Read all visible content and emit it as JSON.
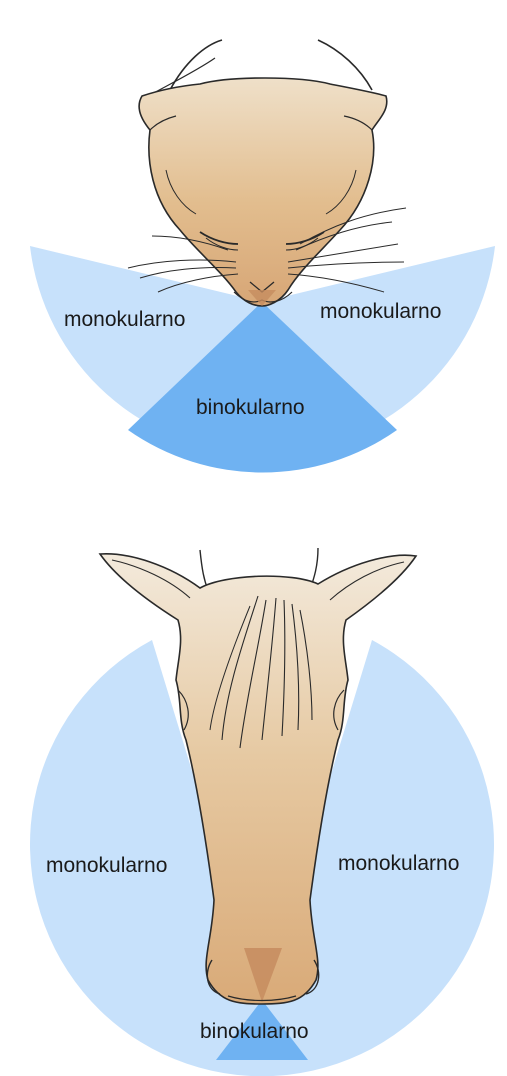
{
  "colors": {
    "field_light": "#c7e1fb",
    "field_dark": "#6fb2f2",
    "skin": "#e2bd8e",
    "skin_dark": "#c58c5f",
    "nose": "#b9784f",
    "outline": "#2a2a2a",
    "text": "#1a1a1a"
  },
  "cat": {
    "label_left": "monokularno",
    "label_right": "monokularno",
    "label_center": "binokularno"
  },
  "horse": {
    "label_left": "monokularno",
    "label_right": "monokularno",
    "label_center": "binokularno"
  }
}
